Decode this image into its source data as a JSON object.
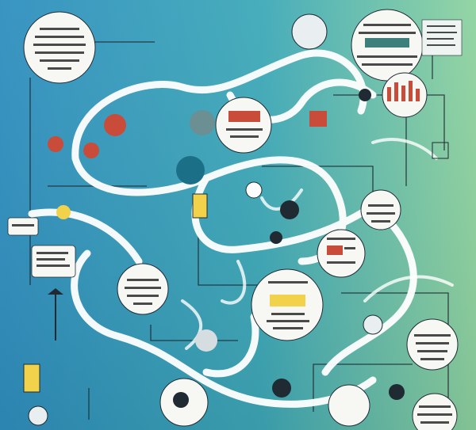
{
  "canvas": {
    "description_free": true,
    "background": {
      "left": "#2f8fbf",
      "mid": "#3ea9b8",
      "right": "#8fd3a0"
    }
  },
  "colors": {
    "path_white": "#ffffff",
    "line_dark": "#1f2a33",
    "accent_red": "#c94b3a",
    "accent_yellow": "#f2d24a",
    "accent_teal": "#1b6f86",
    "callout_bg": "#f7f7f4",
    "text_blur": "#4a4a4a"
  },
  "callouts": [
    {
      "id": "top-left"
    },
    {
      "id": "top-right"
    },
    {
      "id": "mid-right"
    },
    {
      "id": "center-left"
    },
    {
      "id": "center-right"
    },
    {
      "id": "center-bottom"
    },
    {
      "id": "right-bottom"
    },
    {
      "id": "bottom-right"
    }
  ],
  "icons": [
    "lamp-icon",
    "speech-bubble-icon",
    "chart-icon",
    "people-icon",
    "building-icon",
    "battery-icon",
    "gear-icon",
    "light-bulb-icon",
    "flask-icon",
    "magnifier-icon"
  ]
}
